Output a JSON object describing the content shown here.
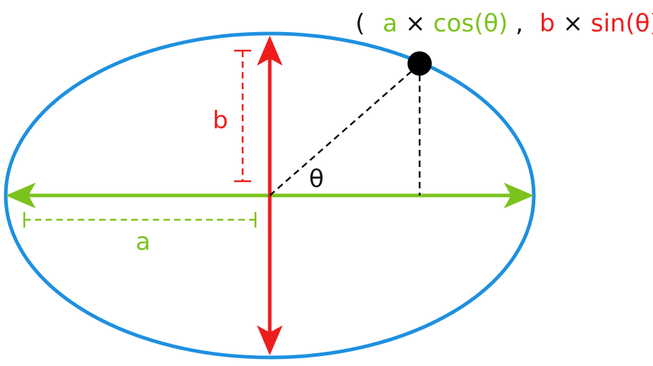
{
  "colors": {
    "ellipse": "#1e90e0",
    "major_axis": "#7cc21e",
    "minor_axis": "#ee1c1c",
    "guide": "#111111",
    "point": "#000000"
  },
  "labels": {
    "semi_major": "a",
    "semi_minor": "b",
    "angle": "θ"
  },
  "coordinate": {
    "open": "(",
    "a_part": "a",
    "times1": "×",
    "cos_part": "cos(θ)",
    "comma": ",",
    "b_part": "b",
    "times2": "×",
    "sin_part": "sin(θ)",
    "close": ")"
  }
}
